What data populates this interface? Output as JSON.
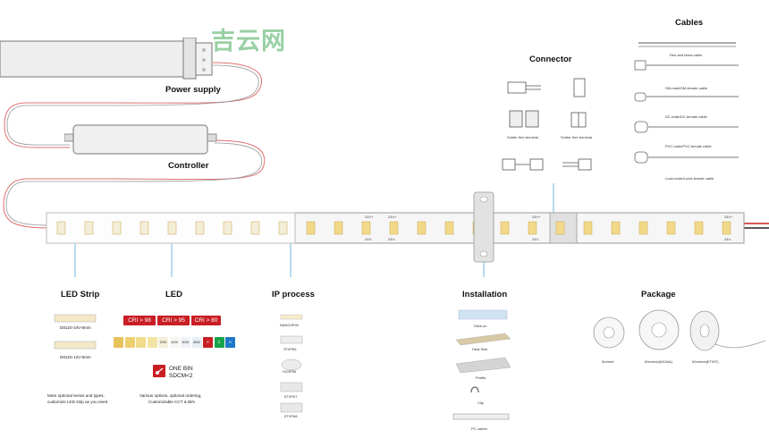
{
  "watermark": "吉云网",
  "labels": {
    "power_supply": "Power supply",
    "controller": "Controller",
    "connector": "Connector",
    "cables": "Cables",
    "led_strip": "LED Strip",
    "led": "LED",
    "ip_process": "IP process",
    "installation": "Installation",
    "package": "Package"
  },
  "cables": [
    "Red and black cable",
    "SM-male/SM-female cable",
    "DC-male/DC-female cable",
    "PVC-male/PVC-female cable",
    "Lucid-male/Lucid-female cable"
  ],
  "connector": {
    "left": "Solder free terminal",
    "right": "Solder free terminal"
  },
  "strip_marks": {
    "v24": "24V+",
    "vminus": "24V-"
  },
  "led_strip": {
    "items": [
      "D8120-24V-8mm",
      "D8120-12V-8mm"
    ],
    "note": [
      "More optional series and types,",
      "customize LED strip as you need"
    ]
  },
  "led": {
    "cri": [
      "CRI > 98",
      "CRI > 95",
      "CRI > 80"
    ],
    "bins": [
      "",
      "",
      "",
      "",
      "2000",
      "4000",
      "5000",
      "6500",
      "R",
      "G",
      "B"
    ],
    "one_bin": "ONE BIN",
    "sdcm": "SDCM<2",
    "note": [
      "Various options, optional ordering,",
      "Customizable CCT & BIN"
    ]
  },
  "ip": [
    "NANO/IP45",
    "ST/IP65",
    "SG/IP55",
    "ET/IP67",
    "ET/IP68"
  ],
  "installation": [
    "Stick-on",
    "Heat Sink",
    "Profile",
    "Clip",
    "PC carrier"
  ],
  "package": [
    "5m/reel",
    "50m/reel(NG/NA)",
    "50m/reel(ET/EF)"
  ],
  "colors": {
    "red": "#c81e24",
    "blue_line": "#4aa3d8",
    "wire_red": "#e07070"
  }
}
